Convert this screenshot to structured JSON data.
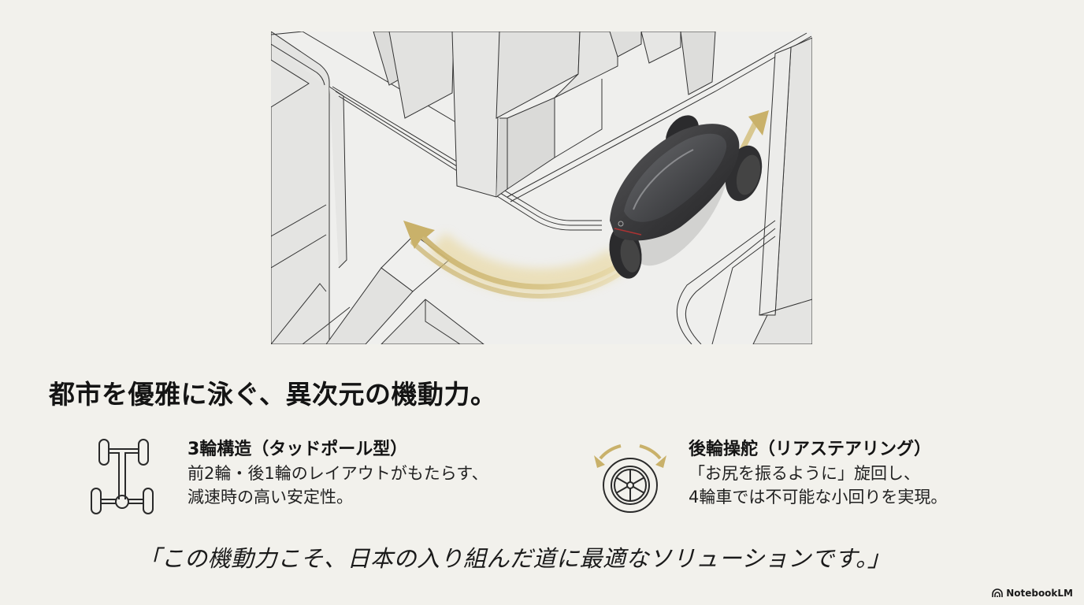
{
  "slide": {
    "background": "#f2f1ec",
    "accent_color": "#c9b16a",
    "headline": "都市を優雅に泳ぐ、異次元の機動力。",
    "hero_image": {
      "description": "Isometric line-drawn city intersection with a dark grey three-wheeled tadpole vehicle turning, gold curved arrow trail",
      "icons": [
        "city-illustration",
        "vehicle-illustration",
        "gold-arrow-trail"
      ]
    },
    "features": [
      {
        "icon": "chassis-3-wheel-icon",
        "title": "3輪構造（タッドポール型）",
        "lines": [
          "前2輪・後1輪のレイアウトがもたらす、",
          "減速時の高い安定性。"
        ]
      },
      {
        "icon": "rear-steering-wheel-icon",
        "title": "後輪操舵（リアステアリング）",
        "lines": [
          "「お尻を振るように」旋回し、",
          "4輪車では不可能な小回りを実現。"
        ]
      }
    ],
    "quote": "「この機動力こそ、日本の入り組んだ道に最適なソリューションです。」"
  },
  "branding": {
    "label": "NotebookLM",
    "icon": "notebooklm-logo-icon"
  }
}
